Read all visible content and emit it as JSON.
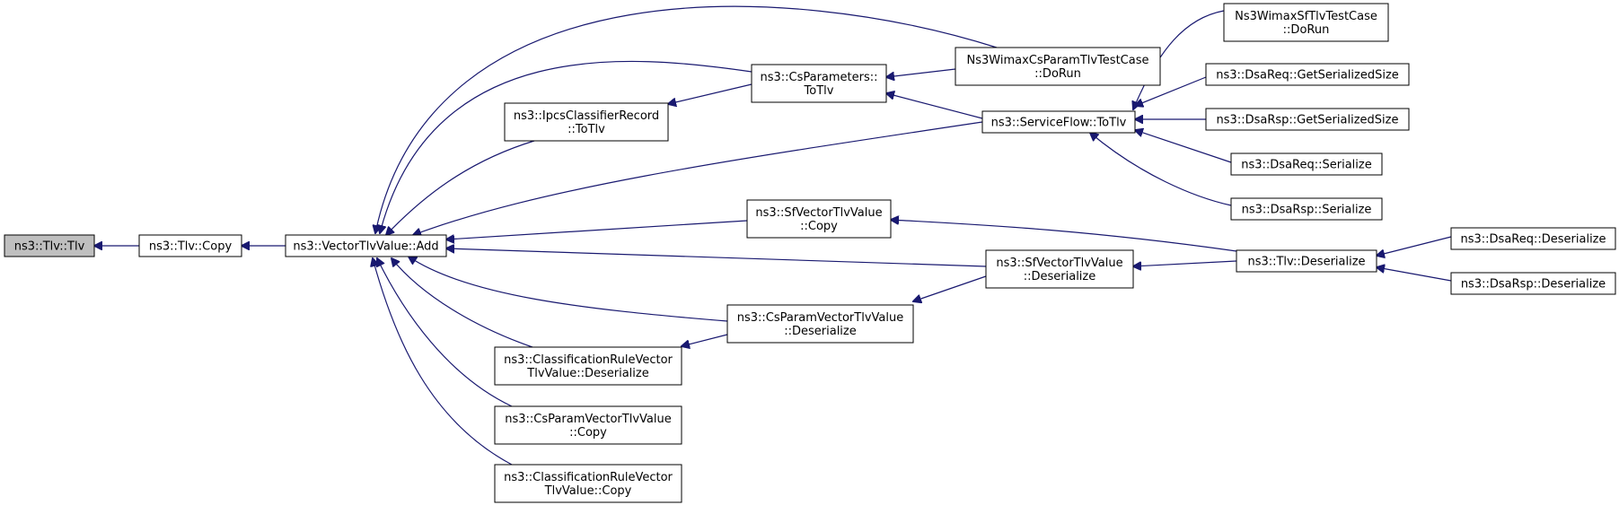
{
  "colors": {
    "edge": "#191970",
    "root_fill": "#bfbfbf",
    "node_fill": "#ffffff",
    "node_border": "#000000"
  },
  "nodes": {
    "tlv_tlv": {
      "lines": [
        "ns3::Tlv::Tlv"
      ]
    },
    "tlv_copy": {
      "lines": [
        "ns3::Tlv::Copy"
      ]
    },
    "vtv_add": {
      "lines": [
        "ns3::VectorTlvValue::Add"
      ]
    },
    "ipcs_totlv": {
      "lines": [
        "ns3::IpcsClassifierRecord",
        "::ToTlv"
      ]
    },
    "csparams_totlv": {
      "lines": [
        "ns3::CsParameters::",
        "ToTlv"
      ]
    },
    "ns3wimax_cs_dorun": {
      "lines": [
        "Ns3WimaxCsParamTlvTestCase",
        "::DoRun"
      ]
    },
    "ns3wimax_sf_dorun": {
      "lines": [
        "Ns3WimaxSfTlvTestCase",
        "::DoRun"
      ]
    },
    "sf_totlv": {
      "lines": [
        "ns3::ServiceFlow::ToTlv"
      ]
    },
    "dsareq_gss": {
      "lines": [
        "ns3::DsaReq::GetSerializedSize"
      ]
    },
    "dsarsp_gss": {
      "lines": [
        "ns3::DsaRsp::GetSerializedSize"
      ]
    },
    "dsareq_ser": {
      "lines": [
        "ns3::DsaReq::Serialize"
      ]
    },
    "dsarsp_ser": {
      "lines": [
        "ns3::DsaRsp::Serialize"
      ]
    },
    "sfv_copy": {
      "lines": [
        "ns3::SfVectorTlvValue",
        "::Copy"
      ]
    },
    "sfv_deser": {
      "lines": [
        "ns3::SfVectorTlvValue",
        "::Deserialize"
      ]
    },
    "tlv_deser": {
      "lines": [
        "ns3::Tlv::Deserialize"
      ]
    },
    "dsareq_deser": {
      "lines": [
        "ns3::DsaReq::Deserialize"
      ]
    },
    "dsarsp_deser": {
      "lines": [
        "ns3::DsaRsp::Deserialize"
      ]
    },
    "cspv_deser": {
      "lines": [
        "ns3::CsParamVectorTlvValue",
        "::Deserialize"
      ]
    },
    "crv_deser": {
      "lines": [
        "ns3::ClassificationRuleVector",
        "TlvValue::Deserialize"
      ]
    },
    "cspv_copy": {
      "lines": [
        "ns3::CsParamVectorTlvValue",
        "::Copy"
      ]
    },
    "crv_copy": {
      "lines": [
        "ns3::ClassificationRuleVector",
        "TlvValue::Copy"
      ]
    }
  },
  "edges": [
    {
      "from": "tlv_copy",
      "to": "tlv_tlv"
    },
    {
      "from": "vtv_add",
      "to": "tlv_copy"
    },
    {
      "from": "ipcs_totlv",
      "to": "vtv_add"
    },
    {
      "from": "csparams_totlv",
      "to": "vtv_add"
    },
    {
      "from": "ns3wimax_cs_dorun",
      "to": "vtv_add"
    },
    {
      "from": "sf_totlv",
      "to": "vtv_add"
    },
    {
      "from": "sfv_copy",
      "to": "vtv_add"
    },
    {
      "from": "sfv_deser",
      "to": "vtv_add"
    },
    {
      "from": "cspv_deser",
      "to": "vtv_add"
    },
    {
      "from": "crv_deser",
      "to": "vtv_add"
    },
    {
      "from": "cspv_copy",
      "to": "vtv_add"
    },
    {
      "from": "crv_copy",
      "to": "vtv_add"
    },
    {
      "from": "csparams_totlv",
      "to": "ipcs_totlv"
    },
    {
      "from": "ns3wimax_cs_dorun",
      "to": "csparams_totlv"
    },
    {
      "from": "sf_totlv",
      "to": "csparams_totlv"
    },
    {
      "from": "ns3wimax_sf_dorun",
      "to": "sf_totlv"
    },
    {
      "from": "dsareq_gss",
      "to": "sf_totlv"
    },
    {
      "from": "dsarsp_gss",
      "to": "sf_totlv"
    },
    {
      "from": "dsareq_ser",
      "to": "sf_totlv"
    },
    {
      "from": "dsarsp_ser",
      "to": "sf_totlv"
    },
    {
      "from": "tlv_deser",
      "to": "sfv_copy"
    },
    {
      "from": "tlv_deser",
      "to": "sfv_deser"
    },
    {
      "from": "sfv_deser",
      "to": "cspv_deser"
    },
    {
      "from": "cspv_deser",
      "to": "crv_deser"
    },
    {
      "from": "dsareq_deser",
      "to": "tlv_deser"
    },
    {
      "from": "dsarsp_deser",
      "to": "tlv_deser"
    }
  ]
}
